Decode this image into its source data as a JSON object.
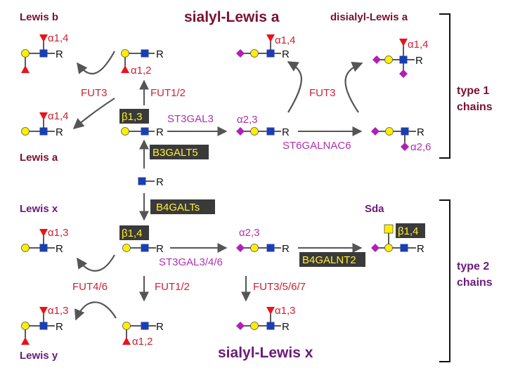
{
  "colors": {
    "galactose": "#ffee00",
    "glcnac": "#1b3fb0",
    "fucose": "#e8141a",
    "sialic": "#b01fb8",
    "galnac": "#ffee00",
    "label_red": "#cc2233",
    "label_purple": "#b030b0",
    "title_dark": "#7a1030",
    "highlight_bg": "#3a3a3a",
    "highlight_fg": "#ffee33"
  },
  "titles": {
    "lewis_b": "Lewis b",
    "sialyl_lewis_a": "sialyl-Lewis a",
    "disialyl_lewis_a": "disialyl-Lewis a",
    "lewis_a": "Lewis a",
    "lewis_x": "Lewis x",
    "sda": "Sda",
    "lewis_y": "Lewis y",
    "sialyl_lewis_x": "sialyl-Lewis x"
  },
  "brackets": {
    "type1": [
      "type 1",
      "chains"
    ],
    "type2": [
      "type 2",
      "chains"
    ]
  },
  "linkages": {
    "a14": "α1,4",
    "a12": "α1,2",
    "a13": "α1,3",
    "a23": "α2,3",
    "a26": "α2,6",
    "b13": "β1,3",
    "b14": "β1,4"
  },
  "enzymes": {
    "fut3": "FUT3",
    "fut12": "FUT1/2",
    "st3gal3": "ST3GAL3",
    "st6galnac6": "ST6GALNAC6",
    "b3galt5": "B3GALT5",
    "b4galts": "B4GALTs",
    "st3gal346": "ST3GAL3/4/6",
    "b4galnt2": "B4GALNT2",
    "fut46": "FUT4/6",
    "fut3567": "FUT3/5/6/7"
  },
  "aglycone": "R"
}
